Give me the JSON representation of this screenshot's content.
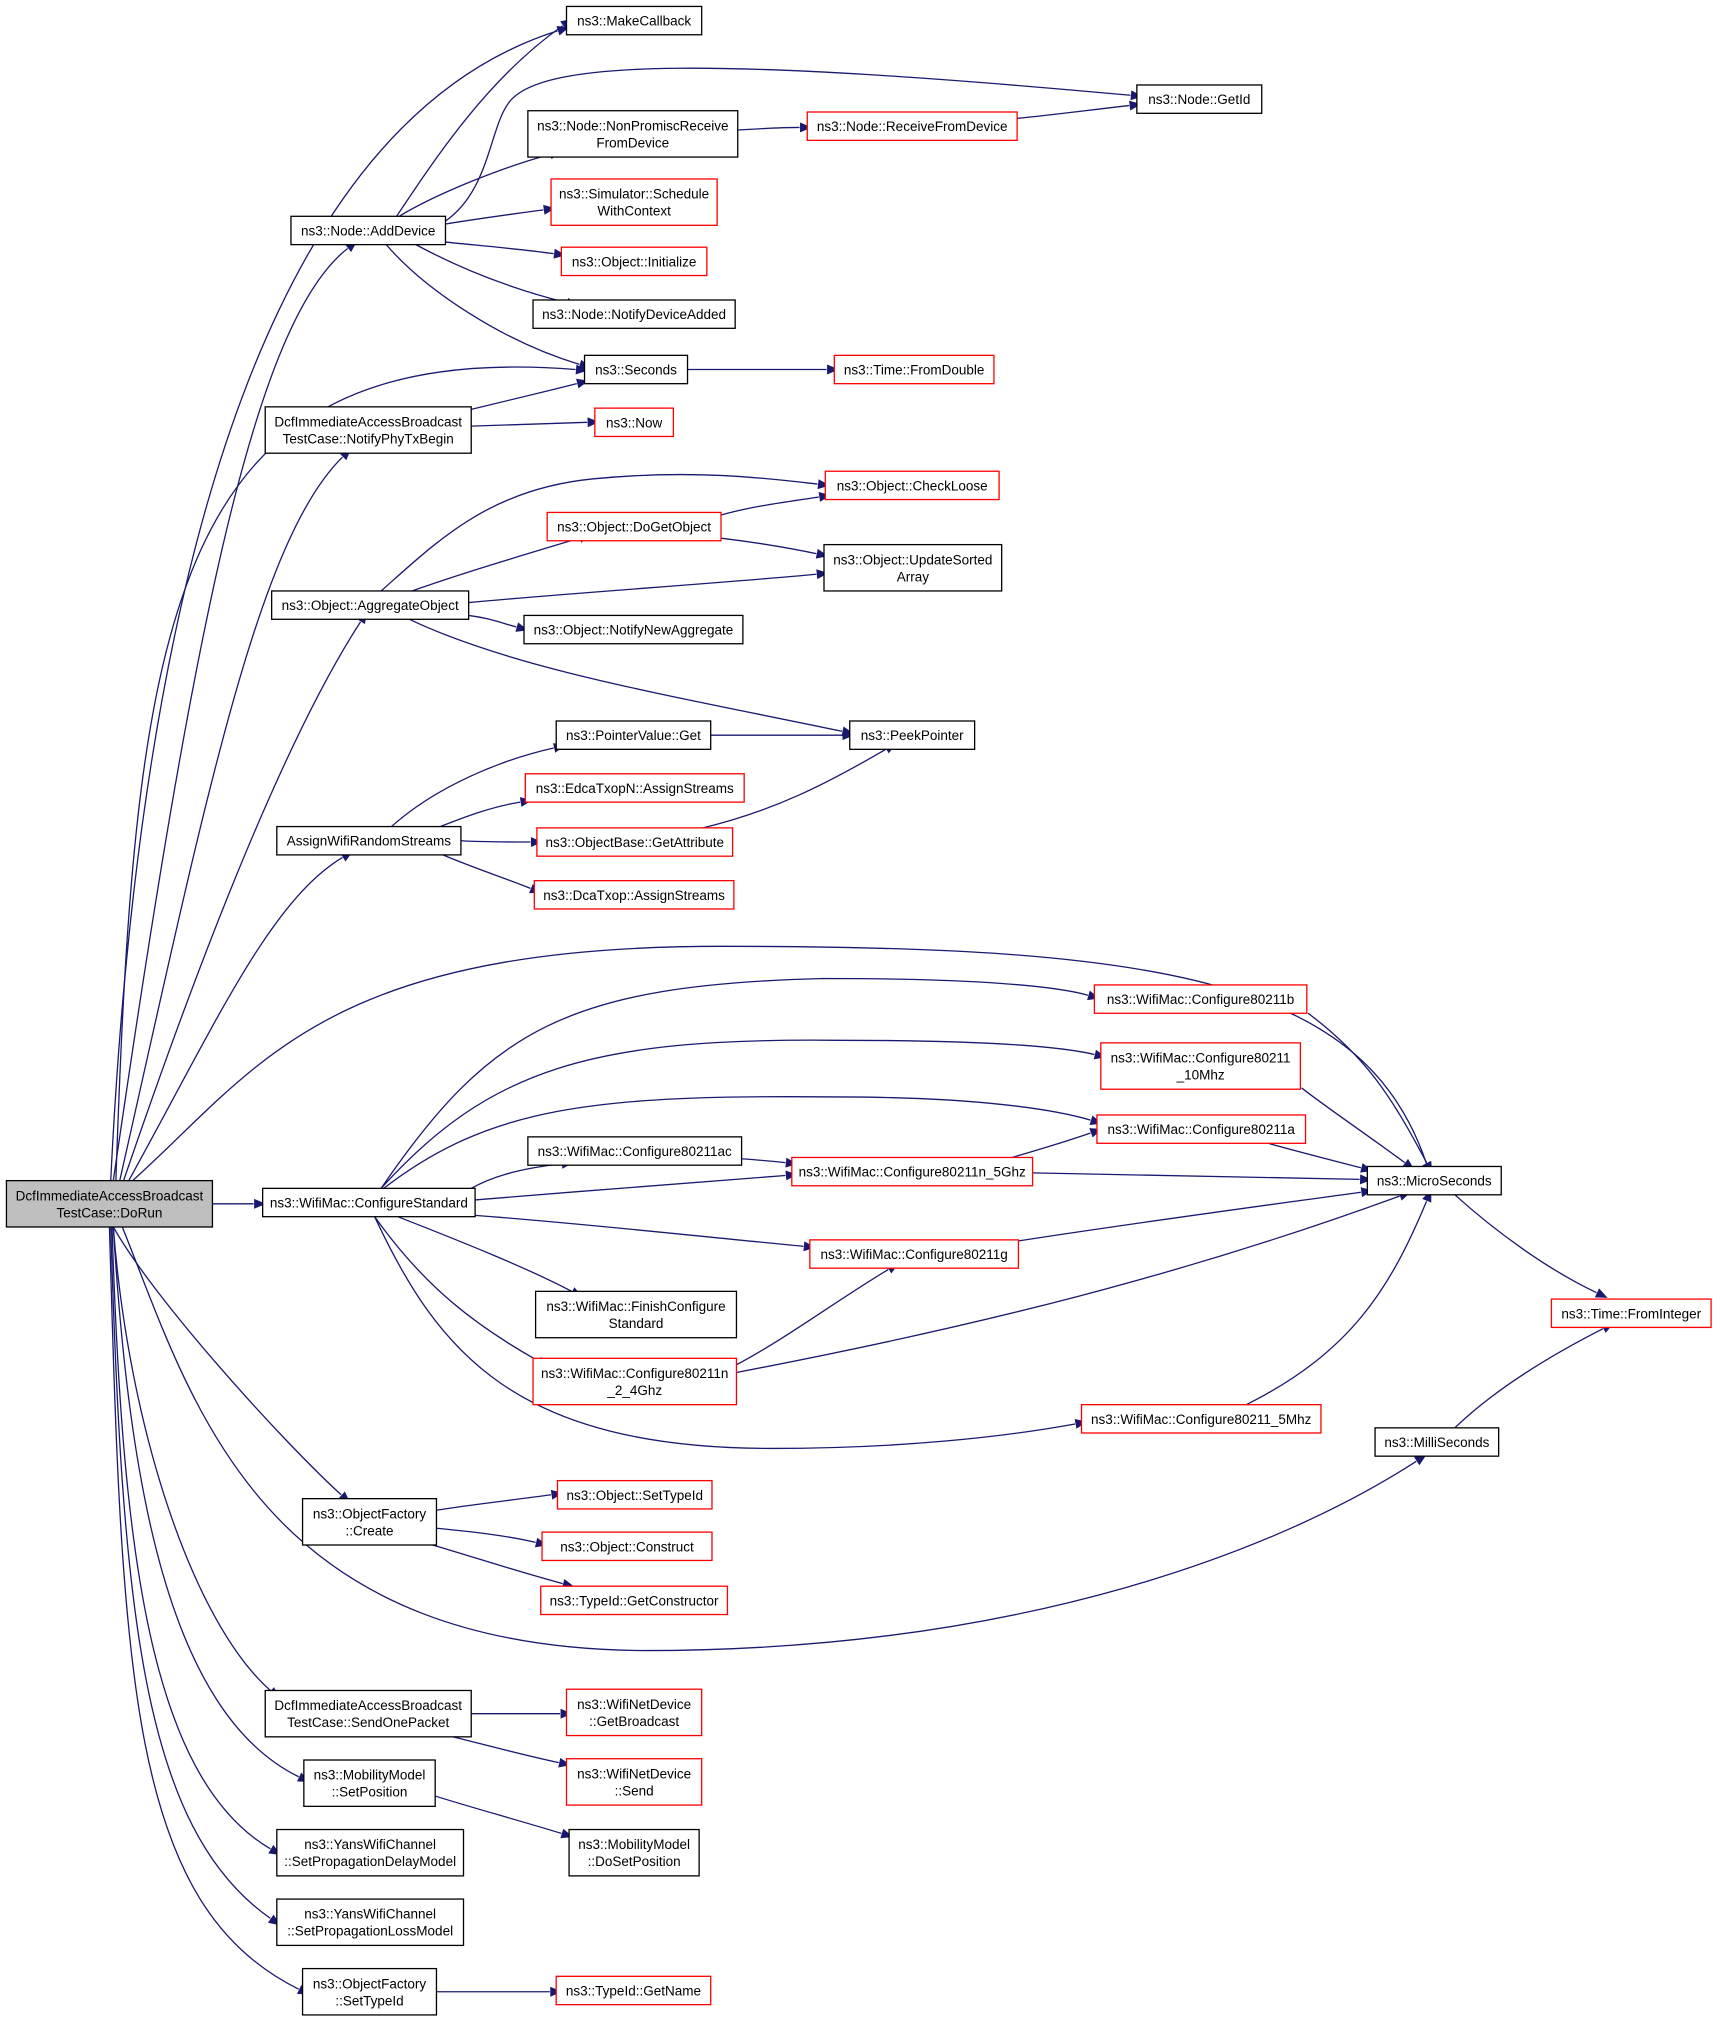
{
  "colors": {
    "edge": "#191970",
    "box_border": "#000000",
    "truncated_border": "#ff0000",
    "root_fill": "#bfbfbf",
    "background": "#ffffff"
  },
  "nodes": [
    {
      "id": "root",
      "lines": [
        "DcfImmediateAccessBroadcast",
        "TestCase::DoRun"
      ],
      "style": "root"
    },
    {
      "id": "makecallback",
      "lines": [
        "ns3::MakeCallback"
      ],
      "style": "normal"
    },
    {
      "id": "nodegetid",
      "lines": [
        "ns3::Node::GetId"
      ],
      "style": "normal"
    },
    {
      "id": "nonpromisc",
      "lines": [
        "ns3::Node::NonPromiscReceive",
        "FromDevice"
      ],
      "style": "normal"
    },
    {
      "id": "receivefromdevice",
      "lines": [
        "ns3::Node::ReceiveFromDevice"
      ],
      "style": "truncated"
    },
    {
      "id": "schedulewithcontext",
      "lines": [
        "ns3::Simulator::Schedule",
        "WithContext"
      ],
      "style": "truncated"
    },
    {
      "id": "adddevice",
      "lines": [
        "ns3::Node::AddDevice"
      ],
      "style": "normal"
    },
    {
      "id": "objinitialize",
      "lines": [
        "ns3::Object::Initialize"
      ],
      "style": "truncated"
    },
    {
      "id": "notifydeviceadded",
      "lines": [
        "ns3::Node::NotifyDeviceAdded"
      ],
      "style": "normal"
    },
    {
      "id": "seconds",
      "lines": [
        "ns3::Seconds"
      ],
      "style": "normal"
    },
    {
      "id": "fromdouble",
      "lines": [
        "ns3::Time::FromDouble"
      ],
      "style": "truncated"
    },
    {
      "id": "notifyphytxbegin",
      "lines": [
        "DcfImmediateAccessBroadcast",
        "TestCase::NotifyPhyTxBegin"
      ],
      "style": "normal"
    },
    {
      "id": "now",
      "lines": [
        "ns3::Now"
      ],
      "style": "truncated"
    },
    {
      "id": "checkloose",
      "lines": [
        "ns3::Object::CheckLoose"
      ],
      "style": "truncated"
    },
    {
      "id": "dogetobject",
      "lines": [
        "ns3::Object::DoGetObject"
      ],
      "style": "truncated"
    },
    {
      "id": "updatesorted",
      "lines": [
        "ns3::Object::UpdateSorted",
        "Array"
      ],
      "style": "normal"
    },
    {
      "id": "aggregateobject",
      "lines": [
        "ns3::Object::AggregateObject"
      ],
      "style": "normal"
    },
    {
      "id": "notifynewaggregate",
      "lines": [
        "ns3::Object::NotifyNewAggregate"
      ],
      "style": "normal"
    },
    {
      "id": "pointervalueget",
      "lines": [
        "ns3::PointerValue::Get"
      ],
      "style": "normal"
    },
    {
      "id": "peekpointer",
      "lines": [
        "ns3::PeekPointer"
      ],
      "style": "normal"
    },
    {
      "id": "edcaassign",
      "lines": [
        "ns3::EdcaTxopN::AssignStreams"
      ],
      "style": "truncated"
    },
    {
      "id": "assignwifi",
      "lines": [
        "AssignWifiRandomStreams"
      ],
      "style": "normal"
    },
    {
      "id": "getattribute",
      "lines": [
        "ns3::ObjectBase::GetAttribute"
      ],
      "style": "truncated"
    },
    {
      "id": "dcaassign",
      "lines": [
        "ns3::DcaTxop::AssignStreams"
      ],
      "style": "truncated"
    },
    {
      "id": "cfg11b",
      "lines": [
        "ns3::WifiMac::Configure80211b"
      ],
      "style": "truncated"
    },
    {
      "id": "cfg10mhz",
      "lines": [
        "ns3::WifiMac::Configure80211",
        "_10Mhz"
      ],
      "style": "truncated"
    },
    {
      "id": "cfg11a",
      "lines": [
        "ns3::WifiMac::Configure80211a"
      ],
      "style": "truncated"
    },
    {
      "id": "cfg11ac",
      "lines": [
        "ns3::WifiMac::Configure80211ac"
      ],
      "style": "normal"
    },
    {
      "id": "cfg11n5",
      "lines": [
        "ns3::WifiMac::Configure80211n_5Ghz"
      ],
      "style": "truncated"
    },
    {
      "id": "microseconds",
      "lines": [
        "ns3::MicroSeconds"
      ],
      "style": "normal"
    },
    {
      "id": "configurestandard",
      "lines": [
        "ns3::WifiMac::ConfigureStandard"
      ],
      "style": "normal"
    },
    {
      "id": "cfg11g",
      "lines": [
        "ns3::WifiMac::Configure80211g"
      ],
      "style": "truncated"
    },
    {
      "id": "fromint",
      "lines": [
        "ns3::Time::FromInteger"
      ],
      "style": "truncated"
    },
    {
      "id": "finishconfigure",
      "lines": [
        "ns3::WifiMac::FinishConfigure",
        "Standard"
      ],
      "style": "normal"
    },
    {
      "id": "cfg11n24",
      "lines": [
        "ns3::WifiMac::Configure80211n",
        "_2_4Ghz"
      ],
      "style": "truncated"
    },
    {
      "id": "cfg5mhz",
      "lines": [
        "ns3::WifiMac::Configure80211_5Mhz"
      ],
      "style": "truncated"
    },
    {
      "id": "milliseconds",
      "lines": [
        "ns3::MilliSeconds"
      ],
      "style": "normal"
    },
    {
      "id": "ofcreate",
      "lines": [
        "ns3::ObjectFactory",
        "::Create"
      ],
      "style": "normal"
    },
    {
      "id": "settypeid",
      "lines": [
        "ns3::Object::SetTypeId"
      ],
      "style": "truncated"
    },
    {
      "id": "construct",
      "lines": [
        "ns3::Object::Construct"
      ],
      "style": "truncated"
    },
    {
      "id": "getconstructor",
      "lines": [
        "ns3::TypeId::GetConstructor"
      ],
      "style": "truncated"
    },
    {
      "id": "sendonepacket",
      "lines": [
        "DcfImmediateAccessBroadcast",
        "TestCase::SendOnePacket"
      ],
      "style": "normal"
    },
    {
      "id": "getbroadcast",
      "lines": [
        "ns3::WifiNetDevice",
        "::GetBroadcast"
      ],
      "style": "truncated"
    },
    {
      "id": "setposition",
      "lines": [
        "ns3::MobilityModel",
        "::SetPosition"
      ],
      "style": "normal"
    },
    {
      "id": "wndsend",
      "lines": [
        "ns3::WifiNetDevice",
        "::Send"
      ],
      "style": "truncated"
    },
    {
      "id": "delaymodel",
      "lines": [
        "ns3::YansWifiChannel",
        "::SetPropagationDelayModel"
      ],
      "style": "normal"
    },
    {
      "id": "dosetposition",
      "lines": [
        "ns3::MobilityModel",
        "::DoSetPosition"
      ],
      "style": "normal"
    },
    {
      "id": "lossmodel",
      "lines": [
        "ns3::YansWifiChannel",
        "::SetPropagationLossModel"
      ],
      "style": "normal"
    },
    {
      "id": "ofsettypeid",
      "lines": [
        "ns3::ObjectFactory",
        "::SetTypeId"
      ],
      "style": "normal"
    },
    {
      "id": "getname",
      "lines": [
        "ns3::TypeId::GetName"
      ],
      "style": "truncated"
    }
  ],
  "edges": [
    {
      "from": "root",
      "to": "makecallback"
    },
    {
      "from": "root",
      "to": "adddevice"
    },
    {
      "from": "root",
      "to": "seconds"
    },
    {
      "from": "root",
      "to": "notifyphytxbegin"
    },
    {
      "from": "root",
      "to": "aggregateobject"
    },
    {
      "from": "root",
      "to": "assignwifi"
    },
    {
      "from": "root",
      "to": "microseconds"
    },
    {
      "from": "root",
      "to": "configurestandard"
    },
    {
      "from": "root",
      "to": "ofcreate"
    },
    {
      "from": "root",
      "to": "milliseconds"
    },
    {
      "from": "root",
      "to": "sendonepacket"
    },
    {
      "from": "root",
      "to": "setposition"
    },
    {
      "from": "root",
      "to": "delaymodel"
    },
    {
      "from": "root",
      "to": "lossmodel"
    },
    {
      "from": "root",
      "to": "ofsettypeid"
    },
    {
      "from": "adddevice",
      "to": "makecallback"
    },
    {
      "from": "adddevice",
      "to": "nodegetid"
    },
    {
      "from": "adddevice",
      "to": "nonpromisc"
    },
    {
      "from": "adddevice",
      "to": "schedulewithcontext"
    },
    {
      "from": "adddevice",
      "to": "objinitialize"
    },
    {
      "from": "adddevice",
      "to": "notifydeviceadded"
    },
    {
      "from": "adddevice",
      "to": "seconds"
    },
    {
      "from": "nonpromisc",
      "to": "receivefromdevice"
    },
    {
      "from": "receivefromdevice",
      "to": "nodegetid"
    },
    {
      "from": "seconds",
      "to": "fromdouble"
    },
    {
      "from": "notifyphytxbegin",
      "to": "seconds"
    },
    {
      "from": "notifyphytxbegin",
      "to": "now"
    },
    {
      "from": "aggregateobject",
      "to": "checkloose"
    },
    {
      "from": "aggregateobject",
      "to": "dogetobject"
    },
    {
      "from": "aggregateobject",
      "to": "updatesorted"
    },
    {
      "from": "aggregateobject",
      "to": "notifynewaggregate"
    },
    {
      "from": "aggregateobject",
      "to": "peekpointer"
    },
    {
      "from": "dogetobject",
      "to": "checkloose"
    },
    {
      "from": "dogetobject",
      "to": "updatesorted"
    },
    {
      "from": "assignwifi",
      "to": "pointervalueget"
    },
    {
      "from": "assignwifi",
      "to": "edcaassign"
    },
    {
      "from": "assignwifi",
      "to": "getattribute"
    },
    {
      "from": "assignwifi",
      "to": "dcaassign"
    },
    {
      "from": "pointervalueget",
      "to": "peekpointer"
    },
    {
      "from": "getattribute",
      "to": "peekpointer"
    },
    {
      "from": "configurestandard",
      "to": "cfg11b"
    },
    {
      "from": "configurestandard",
      "to": "cfg10mhz"
    },
    {
      "from": "configurestandard",
      "to": "cfg11a"
    },
    {
      "from": "configurestandard",
      "to": "cfg11ac"
    },
    {
      "from": "configurestandard",
      "to": "cfg11n5"
    },
    {
      "from": "configurestandard",
      "to": "cfg11g"
    },
    {
      "from": "configurestandard",
      "to": "finishconfigure"
    },
    {
      "from": "configurestandard",
      "to": "cfg11n24"
    },
    {
      "from": "configurestandard",
      "to": "cfg5mhz"
    },
    {
      "from": "cfg11ac",
      "to": "cfg11n5"
    },
    {
      "from": "cfg11n5",
      "to": "cfg11a"
    },
    {
      "from": "cfg11n5",
      "to": "microseconds"
    },
    {
      "from": "cfg11b",
      "to": "microseconds"
    },
    {
      "from": "cfg10mhz",
      "to": "microseconds"
    },
    {
      "from": "cfg11a",
      "to": "microseconds"
    },
    {
      "from": "cfg11g",
      "to": "microseconds"
    },
    {
      "from": "cfg11n24",
      "to": "cfg11g"
    },
    {
      "from": "cfg11n24",
      "to": "microseconds"
    },
    {
      "from": "cfg5mhz",
      "to": "microseconds"
    },
    {
      "from": "microseconds",
      "to": "fromint"
    },
    {
      "from": "milliseconds",
      "to": "fromint"
    },
    {
      "from": "ofcreate",
      "to": "settypeid"
    },
    {
      "from": "ofcreate",
      "to": "construct"
    },
    {
      "from": "ofcreate",
      "to": "getconstructor"
    },
    {
      "from": "sendonepacket",
      "to": "getbroadcast"
    },
    {
      "from": "sendonepacket",
      "to": "wndsend"
    },
    {
      "from": "setposition",
      "to": "dosetposition"
    },
    {
      "from": "ofsettypeid",
      "to": "getname"
    }
  ]
}
